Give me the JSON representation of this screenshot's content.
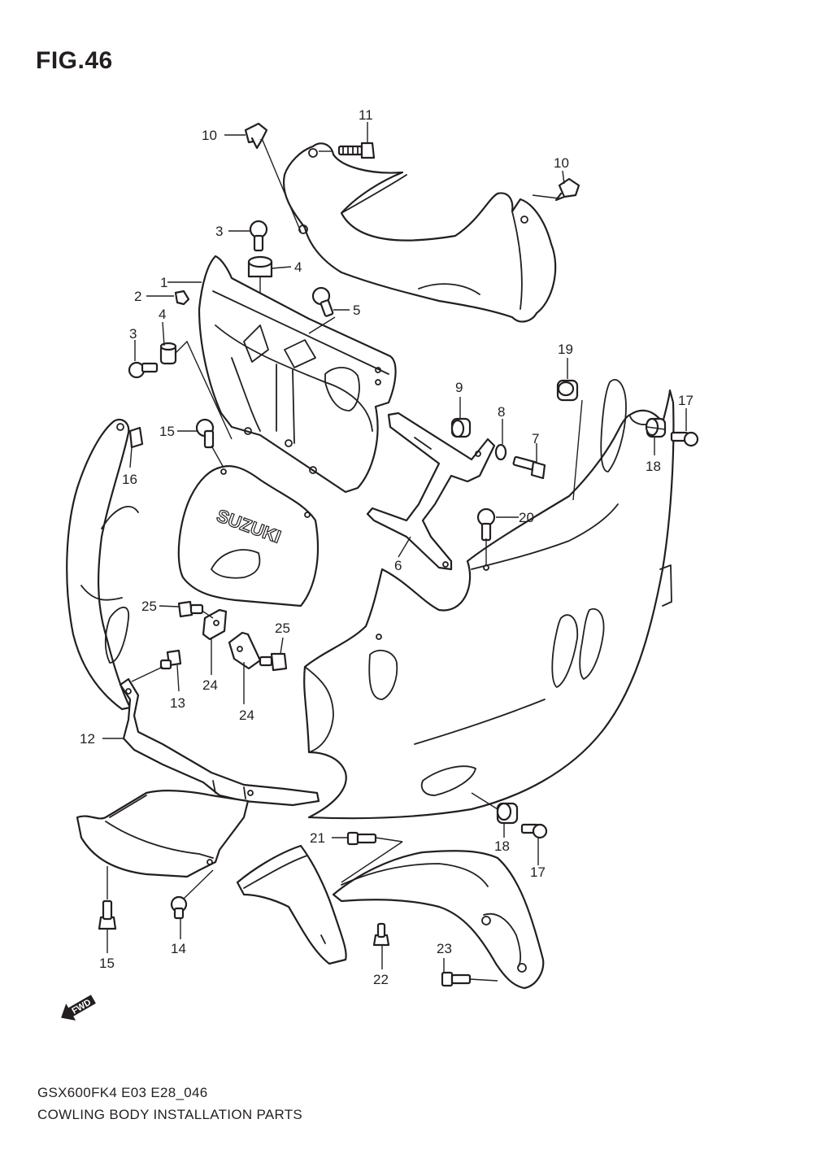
{
  "figure": {
    "title": "FIG.46",
    "code": "GSX600FK4 E03 E28_046",
    "caption": "COWLING BODY INSTALLATION PARTS"
  },
  "diagram": {
    "brand_text": "SUZUKI",
    "fwd_label": "FWD",
    "callouts": {
      "c1": "1",
      "c2": "2",
      "c3a": "3",
      "c3b": "3",
      "c4a": "4",
      "c4b": "4",
      "c5": "5",
      "c6": "6",
      "c7": "7",
      "c8": "8",
      "c9": "9",
      "c10a": "10",
      "c10b": "10",
      "c11": "11",
      "c12": "12",
      "c13": "13",
      "c14": "14",
      "c15a": "15",
      "c15b": "15",
      "c16": "16",
      "c17a": "17",
      "c17b": "17",
      "c18a": "18",
      "c18b": "18",
      "c19": "19",
      "c20": "20",
      "c21": "21",
      "c22": "22",
      "c23": "23",
      "c24a": "24",
      "c24b": "24",
      "c25a": "25",
      "c25b": "25"
    }
  }
}
